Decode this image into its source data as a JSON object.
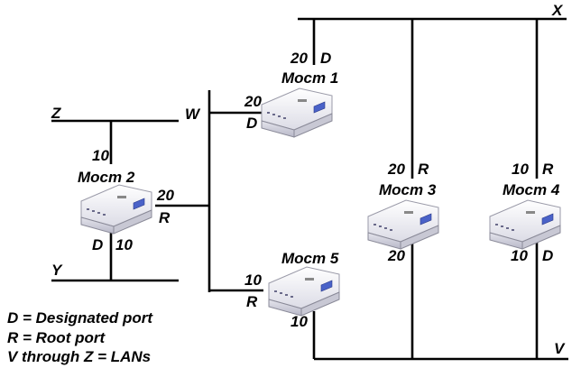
{
  "lans": {
    "x": "X",
    "v": "V",
    "w": "W",
    "z": "Z",
    "y": "Y"
  },
  "bridges": [
    {
      "name": "Mocm 1",
      "ports": [
        "20",
        "D",
        "20",
        "D"
      ]
    },
    {
      "name": "Mocm 2",
      "ports": [
        "10",
        "20",
        "R",
        "D",
        "10"
      ]
    },
    {
      "name": "Mocm 3",
      "ports": [
        "20",
        "R",
        "20"
      ]
    },
    {
      "name": "Mocm 4",
      "ports": [
        "10",
        "R",
        "10",
        "D"
      ]
    },
    {
      "name": "Mocm 5",
      "ports": [
        "10",
        "R",
        "10"
      ]
    }
  ],
  "legend": [
    "D = Designated port",
    "R = Root port",
    "V through Z = LANs"
  ]
}
